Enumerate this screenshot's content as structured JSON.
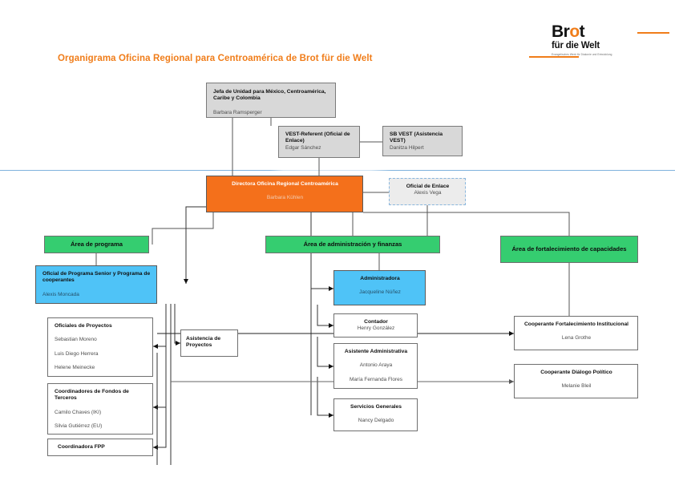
{
  "header": {
    "title": "Organigrama Oficina Regional para Centroamérica de Brot für die Welt",
    "accent_color": "#f07d1a"
  },
  "logo": {
    "word_b": "Br",
    "word_o": "o",
    "word_t": "t",
    "line2": "für die Welt",
    "tagline": "Evangelisches Werk für\nDiakonie und Entwicklung"
  },
  "palette": {
    "orange": "#f4701b",
    "green": "#35cd70",
    "blue": "#4fc3f7",
    "gray": "#d8d8d8",
    "divider_blue": "#7fb2dd"
  },
  "nodes": {
    "jefa": {
      "title": "Jefa de Unidad para México, Centroamérica, Caribe y Colombia",
      "name": "Barbara Ramsperger"
    },
    "vest": {
      "title": "VEST-Referent (Oficial de Enlace)",
      "name": "Edgar Sánchez"
    },
    "sb_vest": {
      "title": "SB VEST (Asistencia VEST)",
      "name": "Danitza Hilpert"
    },
    "directora": {
      "title": "Directora Oficina Regional Centroamérica",
      "name": "Barbara Kühlen"
    },
    "oficial_enlace": {
      "title": "Oficial de Enlace",
      "name": "Alexis Vega"
    },
    "area_programa": {
      "title": "Área de programa"
    },
    "oficial_programa": {
      "title": "Oficial de Programa Senior y Programa de cooperantes",
      "name": "Alexis Moncada"
    },
    "oficiales_proyectos": {
      "title": "Oficiales de Proyectos",
      "name1": "Sebastian Moreno",
      "name2": "Luis Diego Herrera",
      "name3": "Helene Meinecke"
    },
    "coordinadores_fondos": {
      "title": "Coordinadores de Fondos de Terceros",
      "name1": "Camilo Chaves (IKI)",
      "name2": "Silvia Gutiérrez (EU)"
    },
    "coordinadora_fpp": {
      "title": "Coordinadora FPP"
    },
    "asistencia_proyectos": {
      "title": "Asistencia de Proyectos"
    },
    "area_admin": {
      "title": "Área de administración y finanzas"
    },
    "administradora": {
      "title": "Administradora",
      "name": "Jacqueline Núñez"
    },
    "contador": {
      "title": "Contador",
      "name": "Henry González"
    },
    "asistente_admin": {
      "title": "Asistente Administrativa",
      "name1": "Antonio Araya",
      "name2": "María Fernanda Flores"
    },
    "servicios_generales": {
      "title": "Servicios Generales",
      "name": "Nancy Delgado"
    },
    "area_fortalecimiento": {
      "title": "Área de fortalecimiento de capacidades"
    },
    "cooperante_institucional": {
      "title": "Cooperante Fortalecimiento Institucional",
      "name": "Lena Grothe"
    },
    "cooperante_dialogo": {
      "title": "Cooperante Diálogo Político",
      "name": "Melanie Bleil"
    }
  }
}
